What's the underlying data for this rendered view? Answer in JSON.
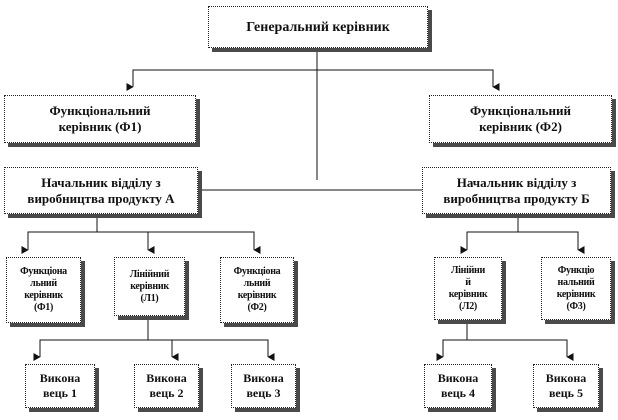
{
  "org": {
    "general": "Генеральний керівник",
    "func_f1": "Функціональний\nкерівник  (Ф1)",
    "func_f2": "Функціональний\nкерівник  (Ф2)",
    "head_a": "Начальник відділу  з\nвиробництва продукту А",
    "head_b": "Начальник відділу  з\nвиробництва продукту Б",
    "a_f1": "Функціона\nльний\nкерівник\n(Ф1)",
    "a_l1": "Лінійний\nкерівник\n(Л1)",
    "a_f2": "Функціона\nльний\nкерівник\n(Ф2)",
    "b_l2": "Лінійни\nй\nкерівник\n(Л2)",
    "b_f3": "Функціо\nнальний\nкерівник\n(Ф3)",
    "exec1": "Викона\nвець 1",
    "exec2": "Викона\nвець 2",
    "exec3": "Викона\nвець 3",
    "exec4": "Викона\nвець 4",
    "exec5": "Викона\nвець 5"
  }
}
